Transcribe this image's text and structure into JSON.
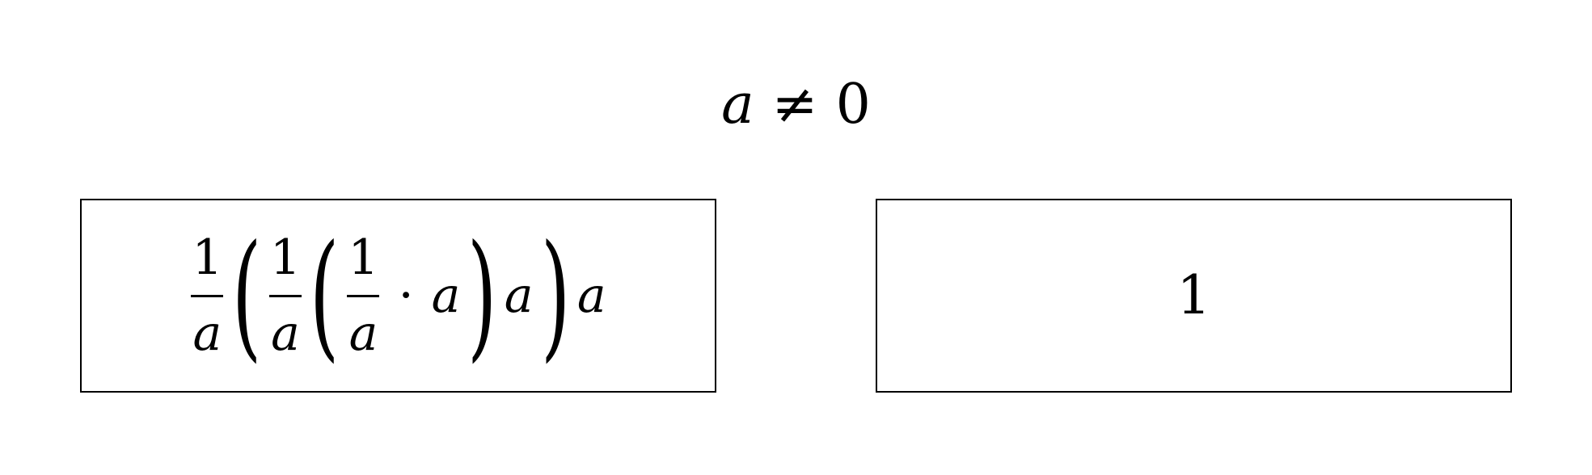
{
  "condition": {
    "variable": "a",
    "relation": "≠",
    "value": "0"
  },
  "left_box": {
    "frac_outer": {
      "numerator": "1",
      "denominator": "a"
    },
    "paren_outer_open": "(",
    "frac_middle": {
      "numerator": "1",
      "denominator": "a"
    },
    "paren_inner_open": "(",
    "frac_inner": {
      "numerator": "1",
      "denominator": "a"
    },
    "dot_operator": "·",
    "inner_factor": "a",
    "paren_inner_close": ")",
    "middle_factor": "a",
    "paren_outer_close": ")",
    "outer_factor": "a"
  },
  "right_box": {
    "result": "1"
  }
}
